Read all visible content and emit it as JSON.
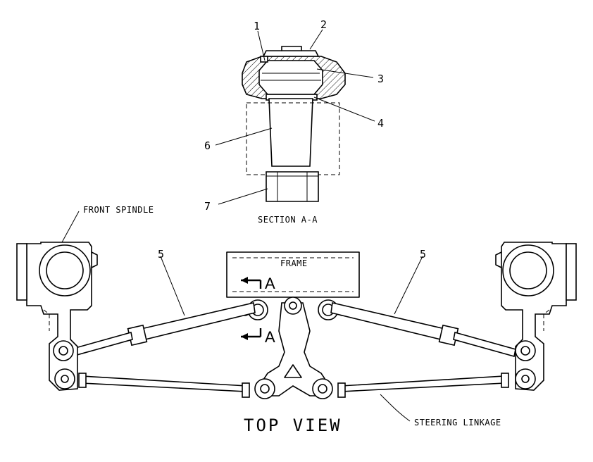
{
  "section_view": {
    "callouts": [
      "1",
      "2",
      "3",
      "4",
      "6",
      "7"
    ],
    "caption": "SECTION A-A"
  },
  "top_view": {
    "frame_label": "FRAME",
    "front_spindle_label": "FRONT SPINDLE",
    "steering_linkage_label": "STEERING LINKAGE",
    "cylinder_callout_left": "5",
    "cylinder_callout_right": "5",
    "section_marker_top": "A",
    "section_marker_bottom": "A",
    "title": "TOP VIEW"
  }
}
